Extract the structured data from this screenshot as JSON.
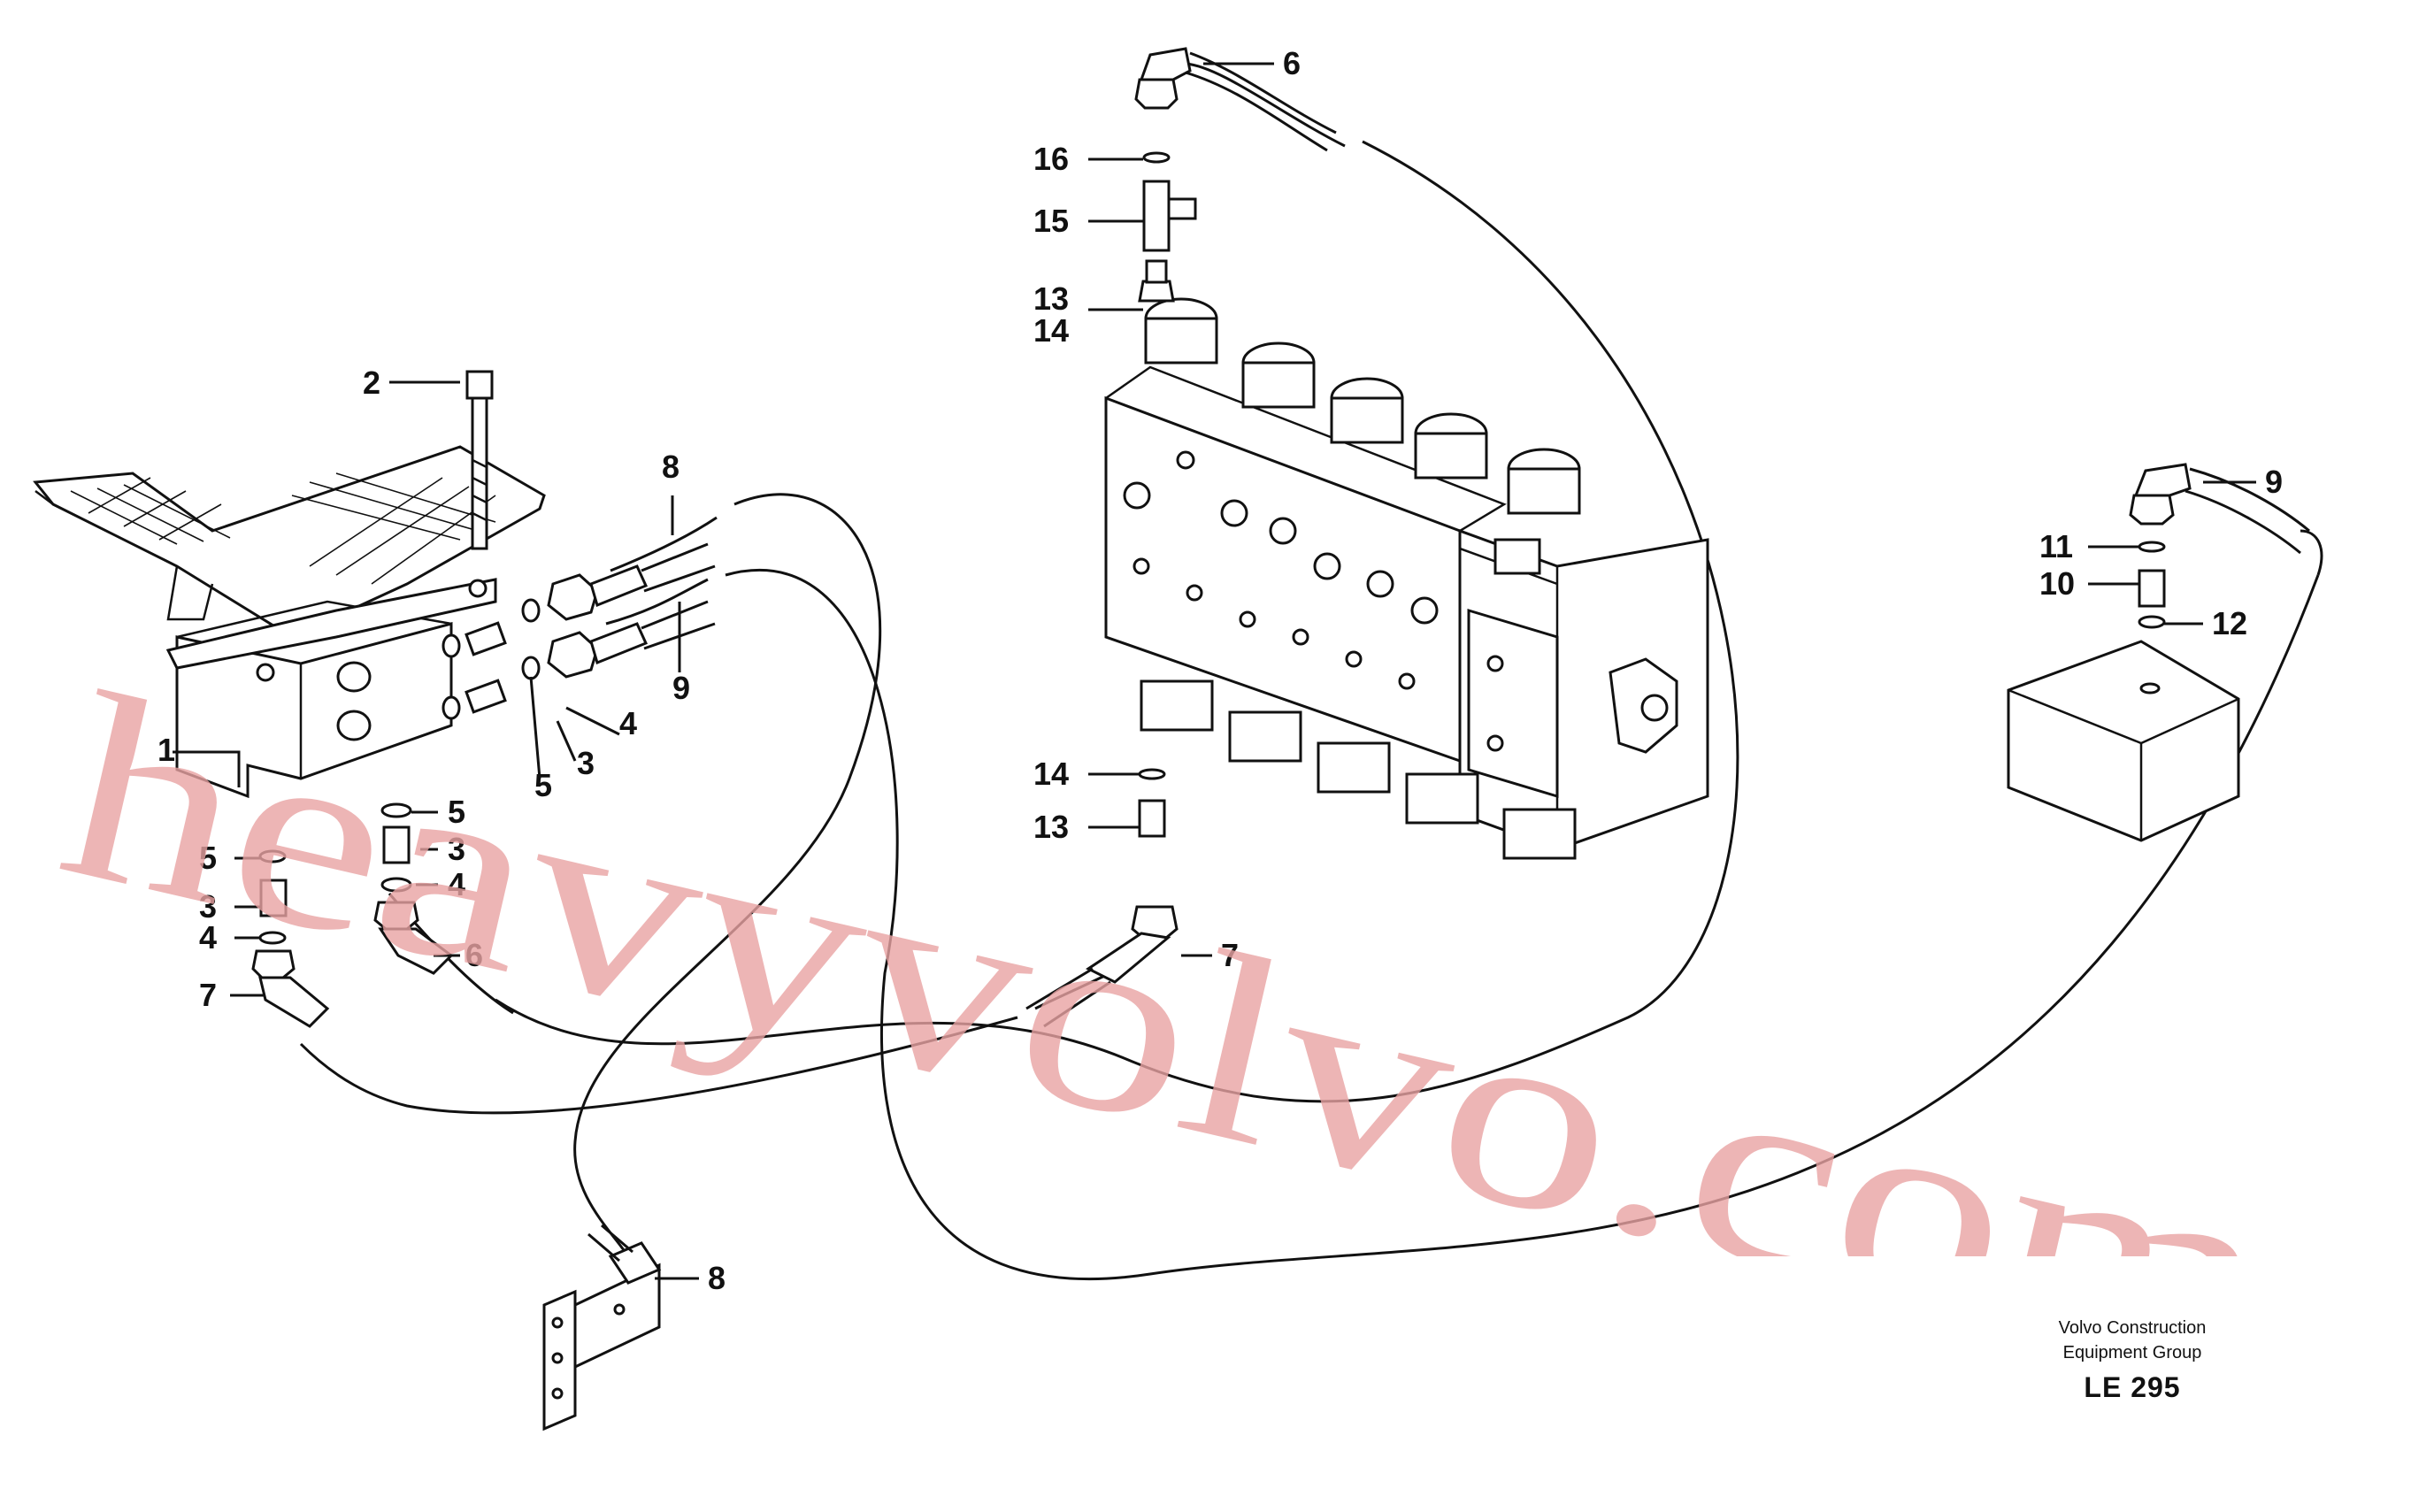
{
  "diagram": {
    "callouts": {
      "c1": "1",
      "c2": "2",
      "c3a": "3",
      "c3b": "3",
      "c3c": "3",
      "c4a": "4",
      "c4b": "4",
      "c4c": "4",
      "c5a": "5",
      "c5b": "5",
      "c5c": "5",
      "c6a": "6",
      "c6b": "6",
      "c7a": "7",
      "c7b": "7",
      "c8a": "8",
      "c8b": "8",
      "c9a": "9",
      "c9b": "9",
      "c10": "10",
      "c11": "11",
      "c12": "12",
      "c13a": "13",
      "c13b": "13",
      "c14a": "14",
      "c14b": "14",
      "c15": "15",
      "c16": "16"
    },
    "watermark": "heavyvolvo.com",
    "watermark_color": "#e9a3a3",
    "line_color": "#111111"
  },
  "credit": {
    "line1": "Volvo Construction",
    "line2": "Equipment Group",
    "code": "LE 295"
  }
}
